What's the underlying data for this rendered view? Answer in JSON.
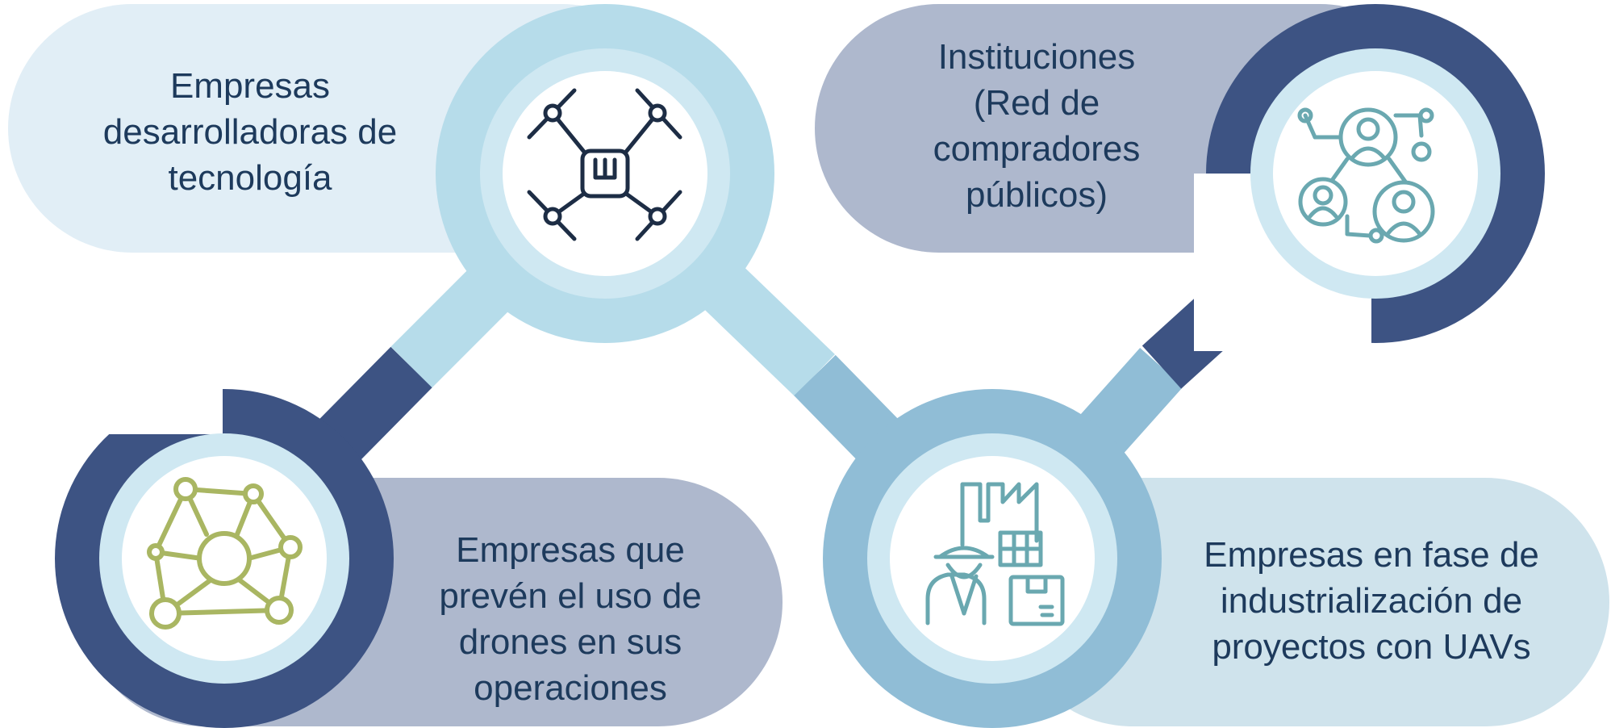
{
  "nodes": [
    {
      "id": "developers",
      "lines": [
        "Empresas",
        "desarrolladoras de",
        "tecnología"
      ],
      "icon": "drone-icon"
    },
    {
      "id": "institutions",
      "lines": [
        "Instituciones",
        "(Red de",
        "compradores",
        "públicos)"
      ],
      "icon": "people-network-icon"
    },
    {
      "id": "users",
      "lines": [
        "Empresas que",
        "prevén el uso de",
        "drones en sus",
        "operaciones"
      ],
      "icon": "network-nodes-icon"
    },
    {
      "id": "industrialization",
      "lines": [
        "Empresas en fase de",
        "industrialización de",
        "proyectos con UAVs"
      ],
      "icon": "factory-worker-icon"
    }
  ],
  "colors": {
    "pale_blue": "#e1eef6",
    "light_blue": "#b6dcea",
    "mid_blue": "#90bdd6",
    "navy": "#3d5383",
    "slate": "#aeb8cd",
    "pale_teal": "#cfe3ec",
    "icon_navy": "#1d2d45",
    "icon_teal": "#6aa8b0",
    "icon_green": "#a9b662",
    "text": "#1d3a5c"
  }
}
